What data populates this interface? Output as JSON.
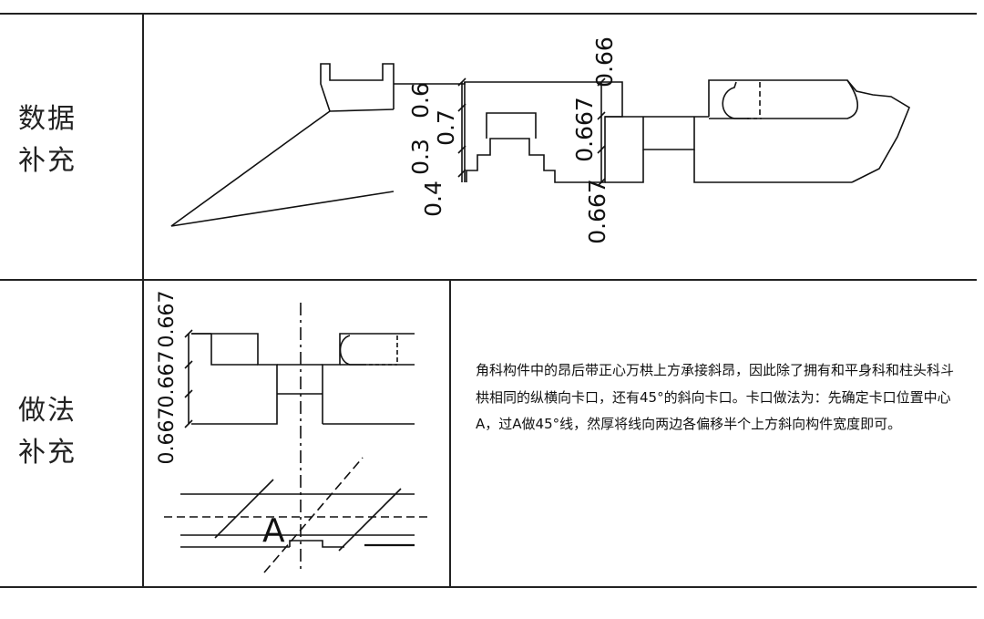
{
  "rows": [
    {
      "label_line1": "数据",
      "label_line2": "补充"
    },
    {
      "label_line1": "做法",
      "label_line2": "补充"
    }
  ],
  "drawing_top": {
    "dims_left": [
      "0.6",
      "0.7",
      "0.3",
      "0.4"
    ],
    "dims_right": [
      "0.66",
      "0.667",
      "0.667"
    ]
  },
  "drawing_bottom": {
    "dims": [
      "0.667",
      "0.667",
      "0.667"
    ],
    "point_label": "A"
  },
  "description": "角科构件中的昂后带正心万栱上方承接斜昂，因此除了拥有和平身科和柱头科斗栱相同的纵横向卡口，还有45°的斜向卡口。卡口做法为：先确定卡口位置中心A，过A做45°线，然厚将线向两边各偏移半个上方斜向构件宽度即可。"
}
